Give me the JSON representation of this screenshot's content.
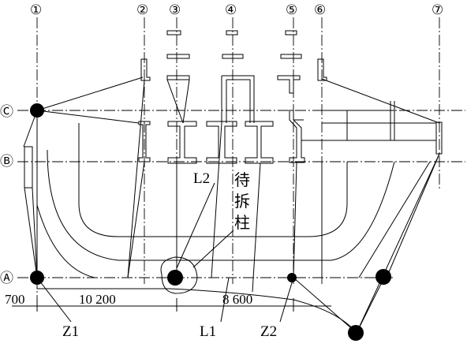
{
  "axes": {
    "vertical": [
      "①",
      "②",
      "③",
      "④",
      "⑤",
      "⑥",
      "⑦"
    ],
    "horizontal": [
      "Ⓒ",
      "Ⓑ",
      "Ⓐ"
    ]
  },
  "dimensions": {
    "d1": "700",
    "d2": "10 200",
    "d3": "8 600"
  },
  "labels": {
    "z1": "Z1",
    "l1": "L1",
    "z2": "Z2",
    "l2": "L2",
    "column_to_remove": [
      "待",
      "拆",
      "柱"
    ]
  }
}
